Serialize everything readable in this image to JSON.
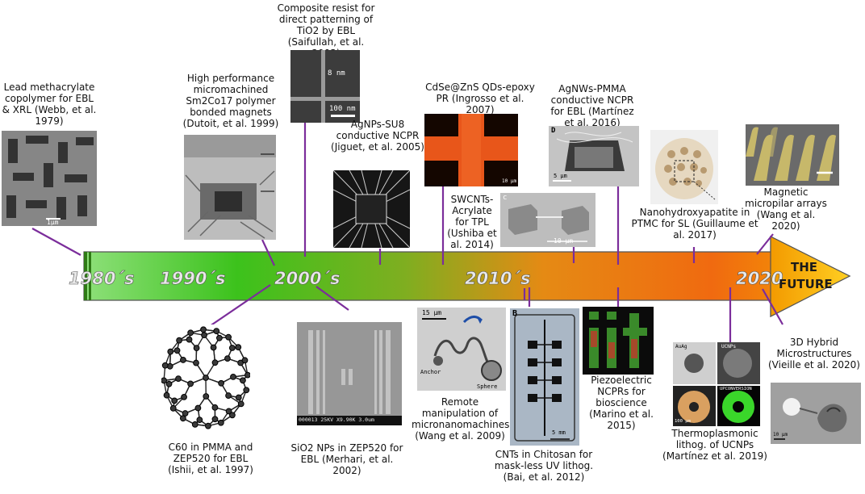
{
  "eras": [
    "1980´s",
    "1990´s",
    "2000´s",
    "2010´s",
    "2020"
  ],
  "future": [
    "THE",
    "FUTURE"
  ],
  "milestones": {
    "lead_methacrylate": "Lead methacrylate copolymer for EBL & XRL (Webb, et al. 1979)",
    "sm2co17": "High performance micromachined Sm2Co17 polymer bonded magnets (Dutoit, et al. 1999)",
    "tio2": "Composite resist for direct patterning of TiO2 by EBL (Saifullah, et al. 2003)",
    "agnps_su8": "AgNPs-SU8 conductive NCPR (Jiguet, et al. 2005)",
    "cdse": "CdSe@ZnS QDs-epoxy PR (Ingrosso et al. 2007)",
    "swcnts": "SWCNTs-Acrylate for TPL (Ushiba et al. 2014)",
    "agnws": "AgNWs-PMMA conductive NCPR for EBL (Martínez et al. 2016)",
    "nanohydroxyapatite": "Nanohydroxyapatite in PTMC for SL (Guillaume et al. 2017)",
    "magnetic": "Magnetic micropilar arrays (Wang et al. 2020)",
    "c60": "C60 in PMMA and ZEP520 for EBL (Ishii, et al. 1997)",
    "sio2": "SiO2 NPs in ZEP520 for EBL (Merhari, et al. 2002)",
    "remote": "Remote manipulation of micronanomachines (Wang et al. 2009)",
    "cnts": "CNTs in Chitosan for mask-less UV lithog. (Bai, et al. 2012)",
    "piezo": "Piezoelectric NCPRs for bioscience (Marino et al. 2015)",
    "thermo": "Thermoplasmonic lithog. of UCNPs (Martínez et al. 2019)",
    "hybrid": "3D Hybrid Microstructures (Vieille et al. 2020)"
  },
  "image_labels": {
    "scale_1um": "1μm",
    "tio2_8nm": "8 nm",
    "tio2_100nm": "100 nm",
    "agnws_panel": "D",
    "agnws_5um": "5 μm",
    "swcnts_panel": "c",
    "swcnts_10um": "10 μm",
    "cdse_10um": "10 μm",
    "remote_15um": "15 μm",
    "remote_anchor": "Anchor",
    "remote_sphere": "Sphere",
    "cnts_panel": "B",
    "cnts_5mm": "5 mm",
    "sio2_bar": "000013 25KV X9.90K 3.0um",
    "hybrid_10um": "10 μm",
    "thermo_auag": "AuAg",
    "thermo_ucnps": "UCNPs",
    "thermo_upconv": "UPCONVERSION",
    "thermo_100um": "100 μm"
  },
  "colors": {
    "arrow_green": "#3fbf1a",
    "arrow_orange": "#f07a10",
    "arrow_tip": "#f5b400",
    "connector": "#7b2d9b"
  }
}
